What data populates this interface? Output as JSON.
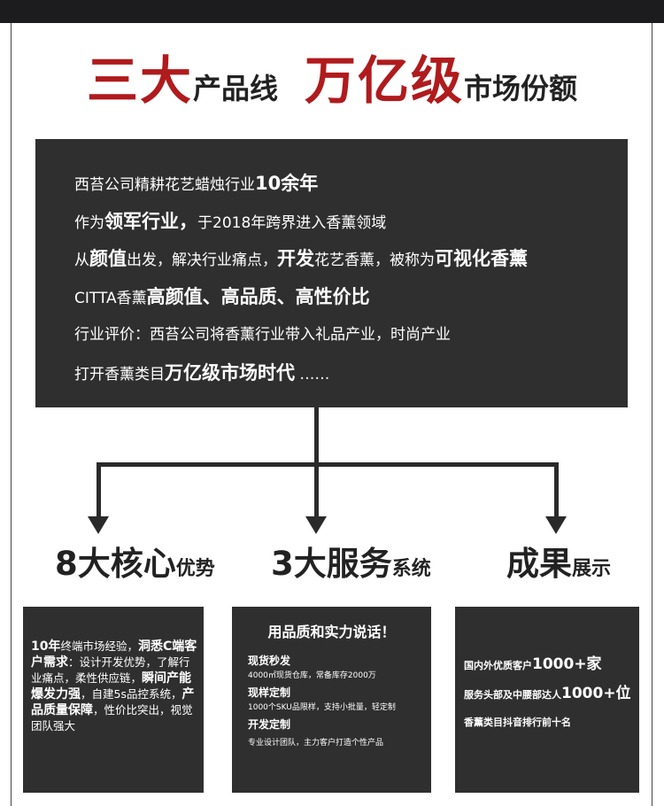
{
  "title": {
    "part1_big": "三大",
    "part1_small": "产品线",
    "part2_big": "万亿级",
    "part2_small": "市场份额"
  },
  "intro": {
    "line1_text": "西苔公司精耕花艺蜡烛行业",
    "line1_bold": "10余年",
    "line2_pre": "作为",
    "line2_bold": "领军行业，",
    "line2_post": "于2018年跨界进入香薰领域",
    "line3_pre": "从",
    "line3_bold1": "颜值",
    "line3_mid1": "出发，解决行业痛点，",
    "line3_bold2": "开发",
    "line3_mid2": "花艺香薰，被称为",
    "line3_bold3": "可视化香薰",
    "line4_pre": "CITTA香薰",
    "line4_bold": "高颜值、高品质、高性价比",
    "line5": "行业评价：西苔公司将香薰行业带入礼品产业，时尚产业",
    "line6_pre": "打开香薰类目",
    "line6_bold": "万亿级市场时代",
    "line6_post": "  ……"
  },
  "columns": {
    "advantages": {
      "heading_big": "8大核心",
      "heading_small": "优势",
      "p1_bold": "10年",
      "p1_text": "终端市场经验，",
      "p1_bold2": "洞悉C端客户需求",
      "p1_text2": "：设计开发优势，了解行业痛点，柔性供应链，",
      "p2_bold": "瞬间产能爆发力强",
      "p2_text": "，自建5s品控系统，",
      "p3_bold": "产品质量保障",
      "p3_text": "，性价比突出，视觉团队强大"
    },
    "services": {
      "heading_big": "3大服务",
      "heading_small": "系统",
      "box_title": "用品质和实力说话！",
      "items": [
        {
          "title": "现货秒发",
          "desc": "4000㎡现货仓库，常备库存2000万"
        },
        {
          "title": "现样定制",
          "desc": "1000个SKU品限样，支持小批量，轻定制"
        },
        {
          "title": "开发定制",
          "desc": "专业设计团队，主力客户打造个性产品"
        }
      ]
    },
    "results": {
      "heading_big": "成果",
      "heading_small": "展示",
      "r1_text": "国内外优质客户",
      "r1_bold": "1000+家",
      "r2_text": "服务头部及中腰部达人",
      "r2_bold": "1000+位",
      "r3_text": "香薰类目抖音排行前十名"
    }
  },
  "colors": {
    "accent_red": "#b01b1d",
    "box_dark": "#2f2f2f",
    "top_bar": "#1c1c1e"
  }
}
